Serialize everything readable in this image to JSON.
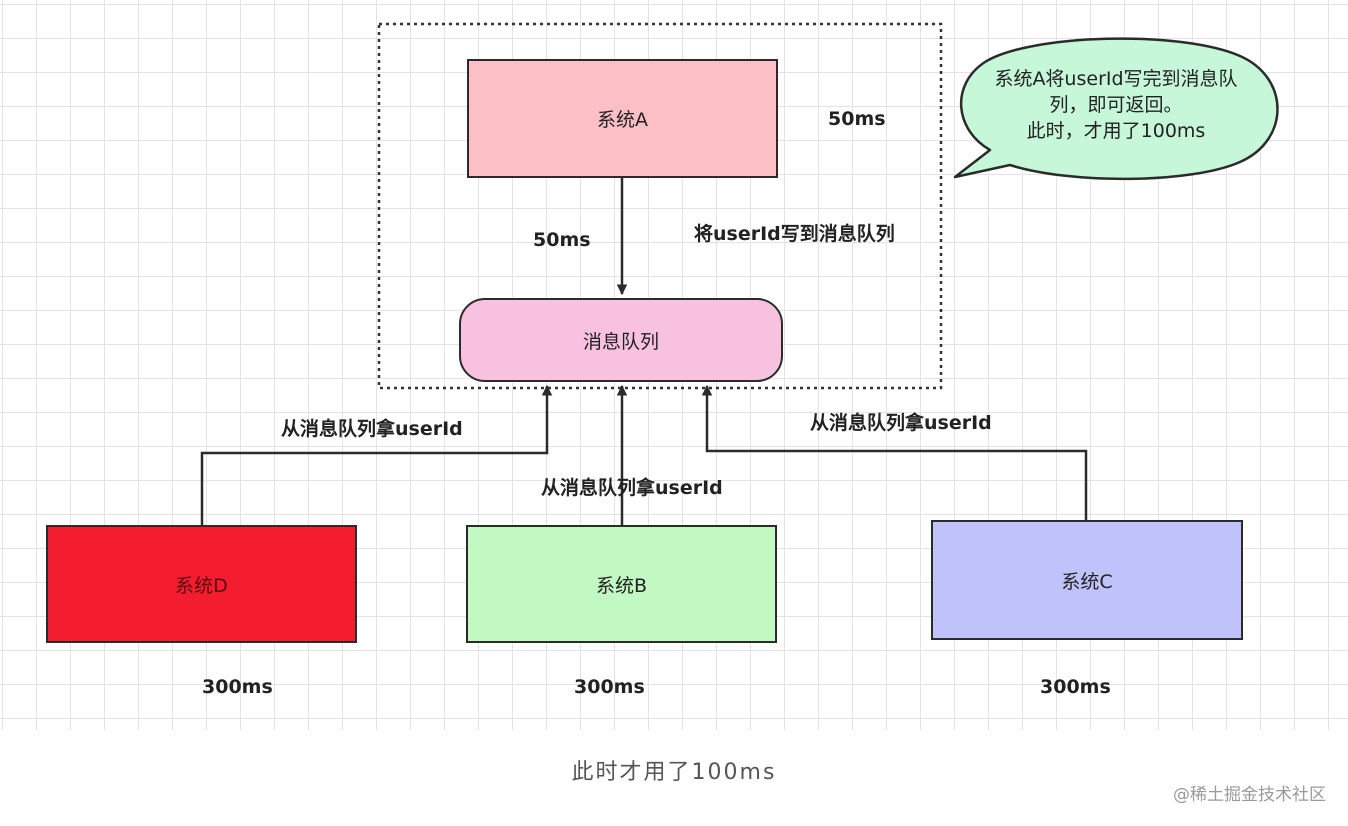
{
  "nodes": {
    "system_a": "系统A",
    "queue": "消息队列",
    "system_d": "系统D",
    "system_b": "系统B",
    "system_c": "系统C"
  },
  "labels": {
    "system_a_time": "50ms",
    "write_time": "50ms",
    "write_label": "将userId写到消息队列",
    "take_left": "从消息队列拿userId",
    "take_center": "从消息队列拿userId",
    "take_right": "从消息队列拿userId",
    "system_d_time": "300ms",
    "system_b_time": "300ms",
    "system_c_time": "300ms"
  },
  "callout": {
    "line1": "系统A将userId写完到消息队",
    "line2": "列，即可返回。",
    "line3": "此时，才用了100ms"
  },
  "caption": "此时才用了100ms",
  "watermark": "@稀土掘金技术社区",
  "colors": {
    "system_a": "#fbbfc5",
    "queue": "#f8c1e0",
    "system_d": "#f41d2f",
    "system_b": "#c2f9c2",
    "system_c": "#c0c2fc",
    "callout": "#c6f7d9"
  }
}
